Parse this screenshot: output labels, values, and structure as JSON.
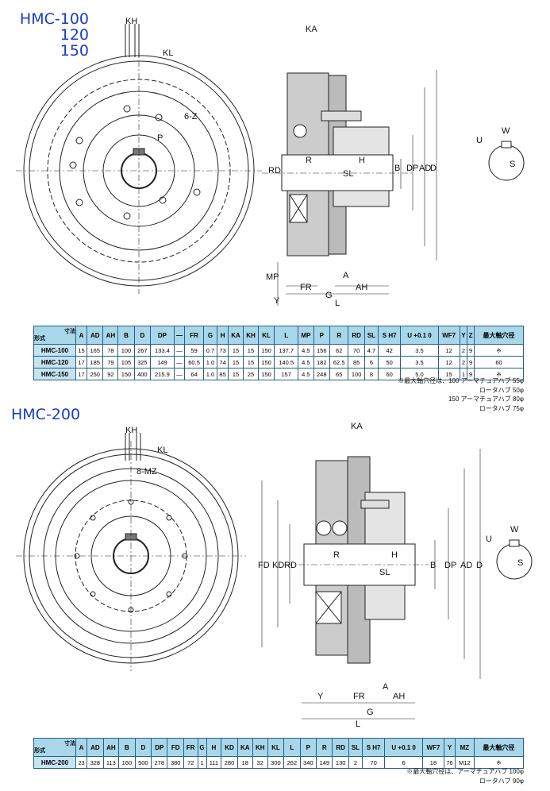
{
  "colors": {
    "title": "#1a3cc8",
    "header": "#a9d7ea",
    "model_cell": "#c4e4f2"
  },
  "section1": {
    "title_lines": [
      "HMC-100",
      "120",
      "150"
    ],
    "labels": {
      "kh": "KH",
      "kl": "KL",
      "z": "6-Z",
      "p": "P",
      "ka": "KA",
      "rd": "RD",
      "r": "R",
      "sl": "SL",
      "h": "H",
      "b": "B",
      "dp": "DP",
      "ad": "AD",
      "d": "D",
      "w": "W",
      "u": "U",
      "s": "S",
      "mp": "MP",
      "fr": "FR",
      "a": "A",
      "ah": "AH",
      "y": "Y",
      "g": "G",
      "l": "L"
    },
    "table": {
      "corner_top": "寸法",
      "corner_bottom": "形式",
      "headers": [
        "A",
        "AD",
        "AH",
        "B",
        "D",
        "DP",
        "—",
        "FR",
        "G",
        "H",
        "KA",
        "KH",
        "KL",
        "L",
        "MP",
        "P",
        "R",
        "RD",
        "SL",
        "S H7",
        "U +0.1 0",
        "WF7",
        "Y",
        "Z",
        "最大軸穴径"
      ],
      "rows": [
        [
          "HMC-100",
          "15",
          "165",
          "78",
          "100",
          "267",
          "133.4",
          "—",
          "59",
          "0.7",
          "73",
          "15",
          "15",
          "150",
          "137.7",
          "4.5",
          "156",
          "62",
          "70",
          "4.7",
          "42",
          "3.5",
          "12",
          "2",
          "9",
          "※"
        ],
        [
          "HMC-120",
          "17",
          "185",
          "79",
          "105",
          "325",
          "149",
          "—",
          "60.5",
          "1.0",
          "74",
          "15",
          "15",
          "150",
          "140.5",
          "4.5",
          "182",
          "62.5",
          "85",
          "6",
          "50",
          "3.5",
          "12",
          "2",
          "9",
          "60"
        ],
        [
          "HMC-150",
          "17",
          "250",
          "92",
          "150",
          "400",
          "215.9",
          "—",
          "64",
          "1.0",
          "85",
          "15",
          "25",
          "150",
          "157",
          "4.5",
          "248",
          "65",
          "100",
          "8",
          "60",
          "5.0",
          "15",
          "1",
          "9",
          "※"
        ]
      ]
    },
    "notes": [
      "※最大軸穴径は、100 アーマチュアハブ 55φ",
      "ロータハブ 50φ",
      "150 アーマチュアハブ 80φ",
      "ロータハブ 75φ"
    ]
  },
  "section2": {
    "title": "HMC-200",
    "labels": {
      "kh": "KH",
      "kl": "KL",
      "mz": "8-MZ",
      "ka": "KA",
      "fd": "FD",
      "kd": "KD",
      "rd": "RD",
      "r": "R",
      "h": "H",
      "sl": "SL",
      "b": "B",
      "dp": "DP",
      "ad": "AD",
      "d": "D",
      "w": "W",
      "u": "U",
      "s": "S",
      "y": "Y",
      "fr": "FR",
      "a": "A",
      "ah": "AH",
      "g": "G",
      "l": "L"
    },
    "table": {
      "corner_top": "寸法",
      "corner_bottom": "形式",
      "headers": [
        "A",
        "AD",
        "AH",
        "B",
        "D",
        "DP",
        "FD",
        "FR",
        "G",
        "H",
        "KD",
        "KA",
        "KH",
        "KL",
        "L",
        "P",
        "R",
        "RD",
        "SL",
        "S H7",
        "U +0.1 0",
        "WF7",
        "Y",
        "MZ",
        "最大軸穴径"
      ],
      "rows": [
        [
          "HMC-200",
          "23",
          "328",
          "113",
          "160",
          "500",
          "278",
          "380",
          "72",
          "1",
          "111",
          "280",
          "18",
          "32",
          "300",
          "262",
          "340",
          "149",
          "130",
          "2",
          "70",
          "6",
          "18",
          "76",
          "M12",
          "※"
        ]
      ]
    },
    "notes": [
      "※最大軸穴径は、アーマチュアハブ 100φ",
      "ロータハブ 90φ"
    ]
  }
}
